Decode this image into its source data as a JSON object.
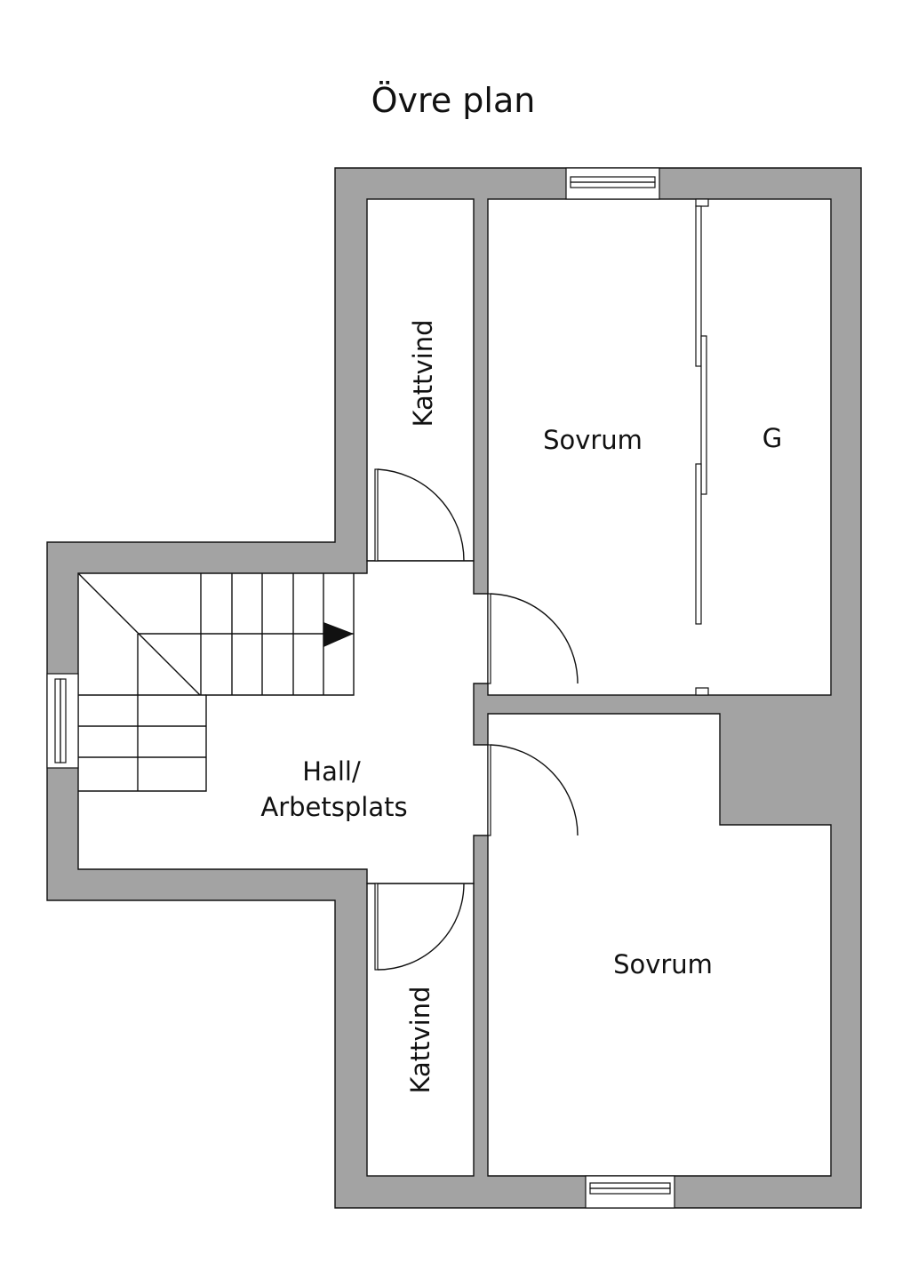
{
  "title": "Övre plan",
  "rooms": {
    "kattvind_top": "Kattvind",
    "sovrum_top": "Sovrum",
    "garderob": "G",
    "hall_line1": "Hall/",
    "hall_line2": "Arbetsplats",
    "kattvind_bottom": "Kattvind",
    "sovrum_bottom": "Sovrum"
  },
  "colors": {
    "wall": "#a3a3a3",
    "line": "#111111",
    "background": "#ffffff"
  }
}
